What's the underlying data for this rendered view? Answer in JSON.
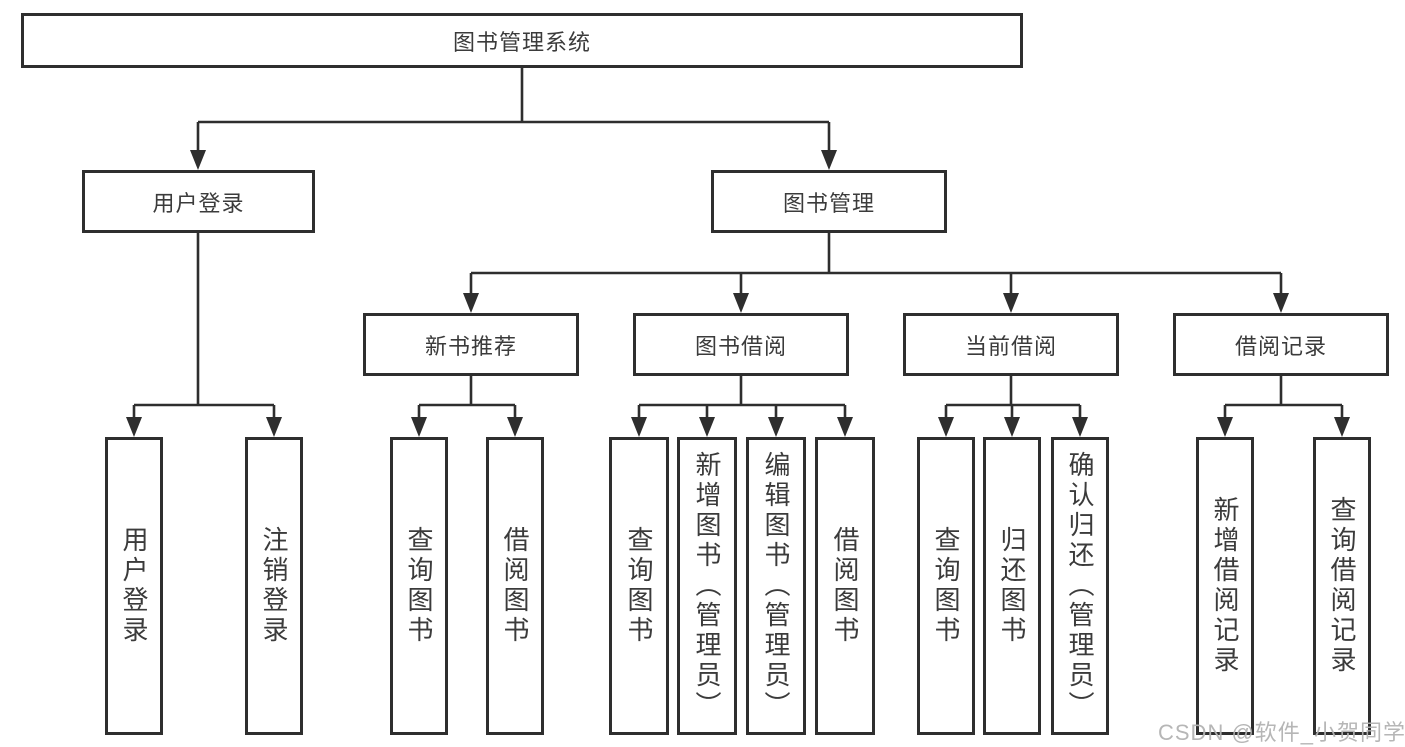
{
  "colors": {
    "line": "#2e2e2e",
    "border": "#2e2e2e",
    "text": "#3b3b3b",
    "background": "#ffffff",
    "watermark": "#b2b2b2"
  },
  "tree": {
    "root": {
      "label": "图书管理系统",
      "children": [
        {
          "label": "用户登录",
          "children": [
            {
              "label": "用户登录"
            },
            {
              "label": "注销登录"
            }
          ]
        },
        {
          "label": "图书管理",
          "children": [
            {
              "label": "新书推荐",
              "children": [
                {
                  "label": "查询图书"
                },
                {
                  "label": "借阅图书"
                }
              ]
            },
            {
              "label": "图书借阅",
              "children": [
                {
                  "label": "查询图书"
                },
                {
                  "label": "新增图书（管理员）"
                },
                {
                  "label": "编辑图书（管理员）"
                },
                {
                  "label": "借阅图书"
                }
              ]
            },
            {
              "label": "当前借阅",
              "children": [
                {
                  "label": "查询图书"
                },
                {
                  "label": "归还图书"
                },
                {
                  "label": "确认归还（管理员）"
                }
              ]
            },
            {
              "label": "借阅记录",
              "children": [
                {
                  "label": "新增借阅记录"
                },
                {
                  "label": "查询借阅记录"
                }
              ]
            }
          ]
        }
      ]
    }
  },
  "watermark": {
    "text": "CSDN @软件_小贺同学"
  }
}
